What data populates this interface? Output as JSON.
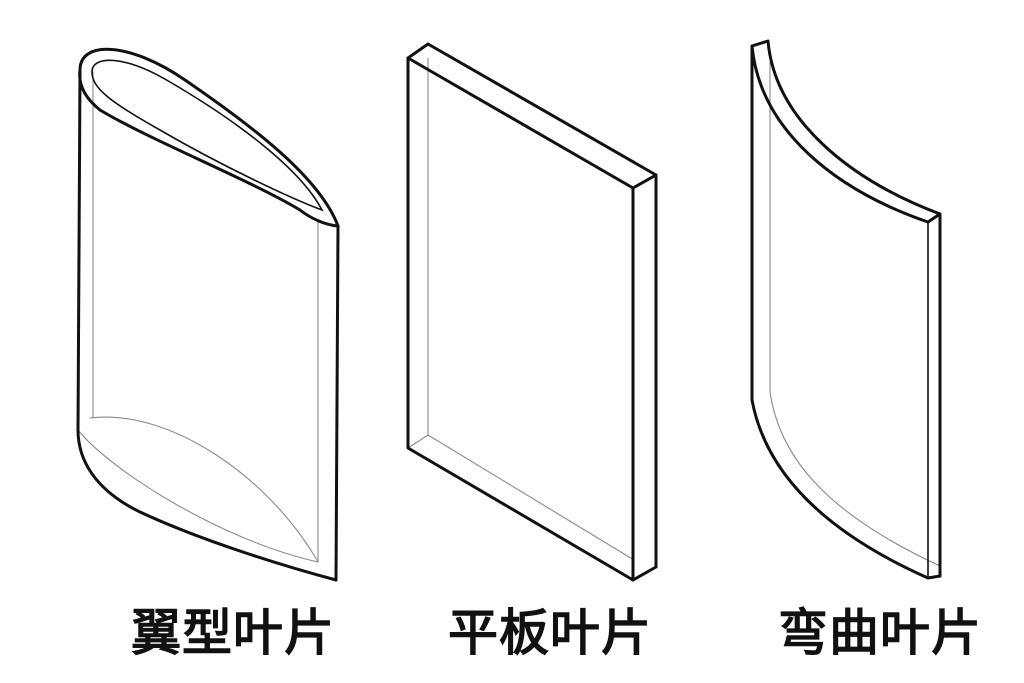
{
  "blades": [
    {
      "id": "airfoil",
      "label": "翼型叶片"
    },
    {
      "id": "flat",
      "label": "平板叶片"
    },
    {
      "id": "curved",
      "label": "弯曲叶片"
    }
  ],
  "colors": {
    "background": "#ffffff",
    "outline": "#111111",
    "hidden_line": "#8a8a8a"
  }
}
